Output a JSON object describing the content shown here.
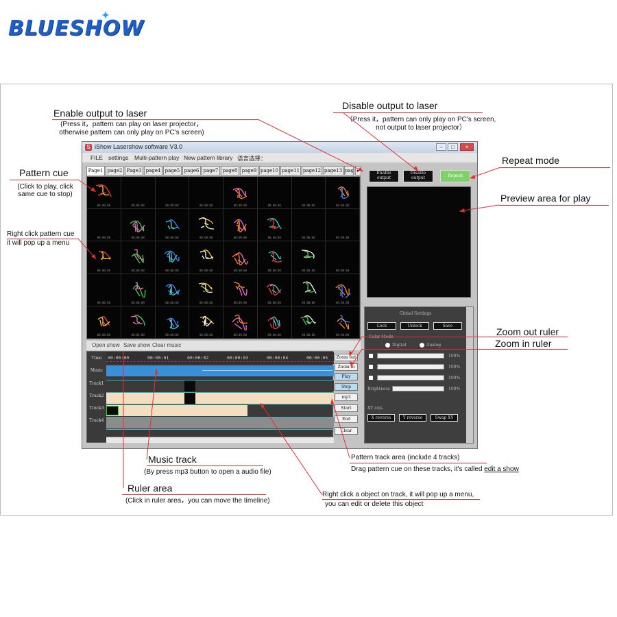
{
  "brand": {
    "logo": "BLUESHOW"
  },
  "window": {
    "title": "iShow Lasershow software V3.0",
    "menu": [
      "FILE",
      "settings",
      "Multi-pattern play",
      "New pattern library",
      "语言选择："
    ],
    "controls": {
      "minimize": "–",
      "maximize": "□",
      "close": "×"
    },
    "tabs": [
      "Page1",
      "page2",
      "Page3",
      "page4",
      "page5",
      "page6",
      "page7",
      "page8",
      "page9",
      "page10",
      "page11",
      "page12",
      "page13",
      "page"
    ],
    "tab_arrow": "▸",
    "cell_time": "00:00:00",
    "buttons": {
      "enable": "Enable output",
      "disable": "Disable output",
      "repeat": "Repeat"
    },
    "global": {
      "title": "Global Settings",
      "lock": "Lock",
      "unlock": "Unlock",
      "save": "Save",
      "color_mode": "Color Mode",
      "digital": "Digital",
      "analog": "Analog",
      "brightness": "Brightness",
      "pct": "100%",
      "x_axis": "XY axis",
      "x_reverse": "X reverse",
      "y_reverse": "Y reverse",
      "swap": "Swap XY"
    },
    "timeline": {
      "menu": [
        "Open show",
        "Save show",
        "Clear music"
      ],
      "rows": [
        "Time",
        "Music",
        "Track1",
        "Track2",
        "Track3",
        "Track4"
      ],
      "ruler": [
        "00:00:00",
        "00:00:01",
        "00:00:02",
        "00:00:03",
        "00:00:04",
        "00:00:05"
      ],
      "controls": [
        "Zoom out",
        "Zoom in",
        "Play",
        "Stop",
        "mp3",
        "Start",
        "End",
        "Clear"
      ]
    }
  },
  "annotations": {
    "enable_title": "Enable output  to laser",
    "enable_desc1": "(Press it，pattern can play on laser projector，",
    "enable_desc2": "otherwise pattern can only play on PC's screen)",
    "disable_title": "Disable output to laser",
    "disable_desc1": "（Press it，pattern can only play on PC's screen,",
    "disable_desc2": "not output to laser projector）",
    "repeat": "Repeat mode",
    "preview": "Preview area for play",
    "pattern_cue": "Pattern cue",
    "pattern_cue_desc1": "(Click to play, click",
    "pattern_cue_desc2": "same cue to stop)",
    "right_click1": "Right click pattern cue",
    "right_click2": "it will pop up a menu",
    "zoom_out": "Zoom out ruler",
    "zoom_in": "Zoom in ruler",
    "music_track": "Music track",
    "music_desc": "(By press mp3 button to open a audio file)",
    "ruler_area": "Ruler area",
    "ruler_desc": "(Click in ruler area，you can move the timeline)",
    "pattern_track": "Pattern track area (include 4 tracks)",
    "pattern_track_desc": "Drag pattern cue on these tracks, it's called ",
    "edit_show": "edit a show",
    "obj_menu1": "Right click a object on track, it will pop up a menu,",
    "obj_menu2": "you can edit or delete this object"
  },
  "colors": {
    "red_line": "#e53030",
    "brand_blue": "#1f5fc4",
    "music_blue": "#3b8fd6",
    "track_tan": "#f3dec0",
    "repeat_green": "#7fd26a"
  }
}
